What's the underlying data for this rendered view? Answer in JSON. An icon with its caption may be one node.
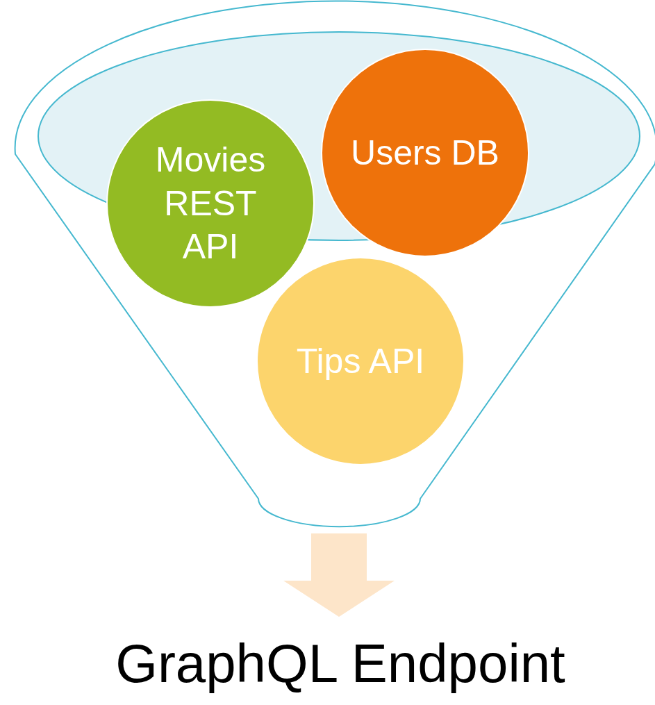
{
  "diagram": {
    "nodes": [
      {
        "text": [],
        "shape": "funnel"
      },
      {
        "text": [
          "Movies REST API"
        ],
        "in": 0
      },
      {
        "text": [
          "Users DB"
        ],
        "in": 0
      },
      {
        "text": [
          "Tips API"
        ],
        "in": 0
      },
      {
        "text": [
          "GraphQL Endpoint"
        ]
      }
    ],
    "edges": [
      {
        "from": 0,
        "to": 4,
        "arrow": "to"
      }
    ]
  }
}
